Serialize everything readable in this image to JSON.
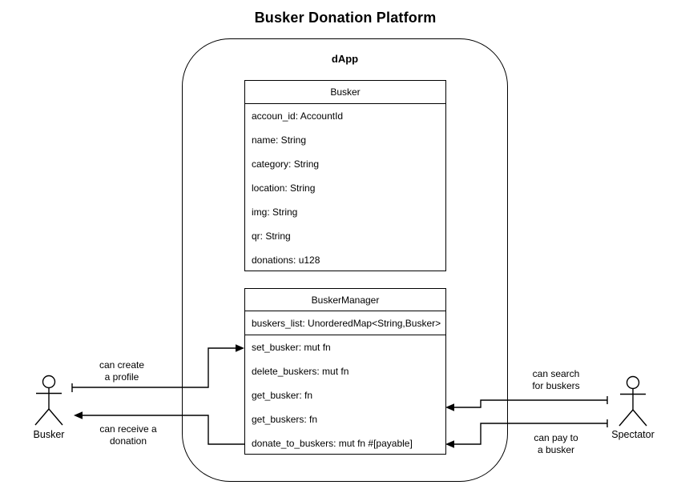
{
  "title": "Busker Donation Platform",
  "container": {
    "label": "dApp"
  },
  "classes": {
    "busker": {
      "name": "Busker",
      "fields": [
        "accoun_id: AccountId",
        "name: String",
        "category: String",
        "location: String",
        "img: String",
        "qr: String",
        "donations: u128"
      ]
    },
    "manager": {
      "name": "BuskerManager",
      "attributes": [
        "buskers_list: UnorderedMap<String,Busker>"
      ],
      "methods": [
        "set_busker: mut fn",
        "delete_buskers: mut fn",
        "get_busker: fn",
        "get_buskers: fn",
        "donate_to_buskers: mut fn #[payable]"
      ]
    }
  },
  "actors": {
    "left": {
      "label": "Busker"
    },
    "right": {
      "label": "Spectator"
    }
  },
  "edges": {
    "create_profile": {
      "line1": "can create",
      "line2": "a profile"
    },
    "receive_donation": {
      "line1": "can receive a",
      "line2": "donation"
    },
    "search_buskers": {
      "line1": "can search",
      "line2": "for buskers"
    },
    "pay_busker": {
      "line1": "can pay to",
      "line2": "a busker"
    }
  },
  "colors": {
    "stroke": "#000000",
    "background": "#ffffff"
  }
}
